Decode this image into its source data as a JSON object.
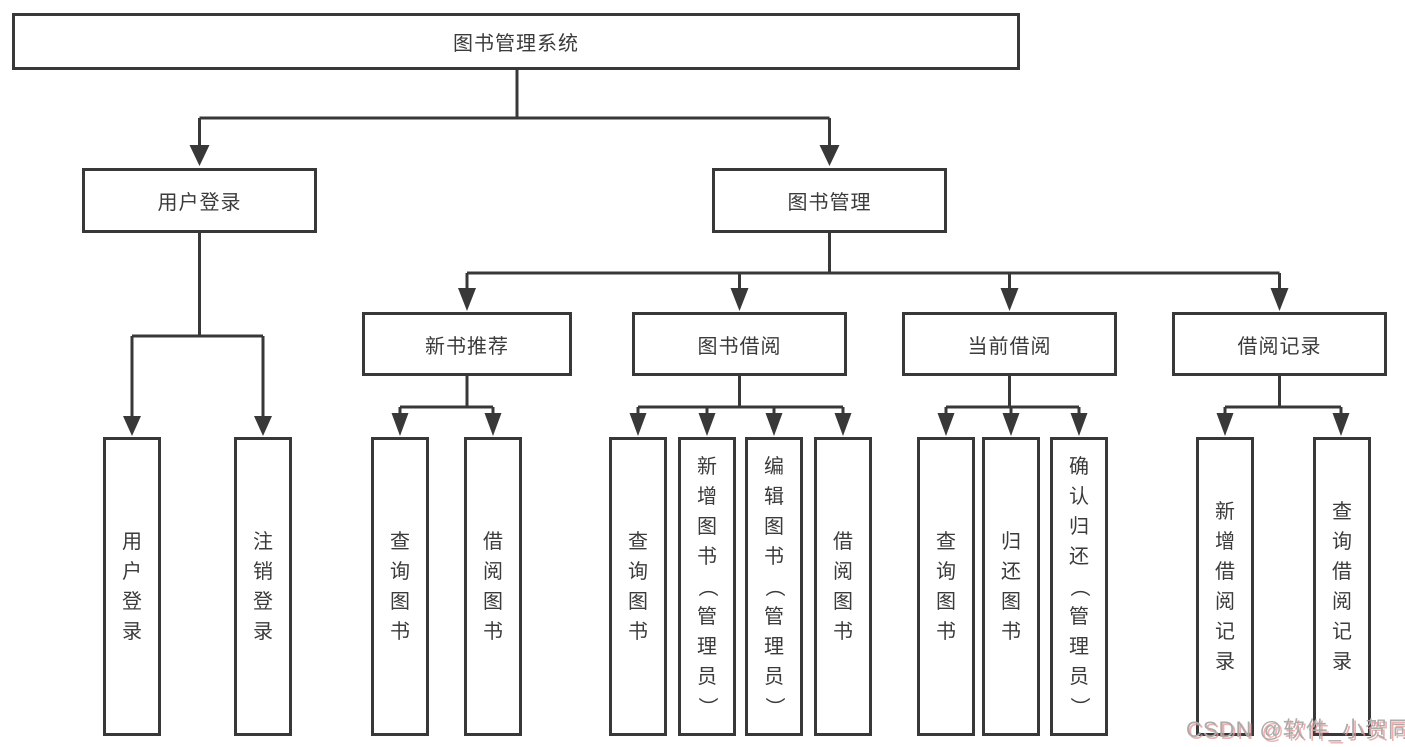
{
  "diagram": {
    "type": "tree",
    "orientation": "top-down",
    "tree": {
      "label": "图书管理系统",
      "children": [
        {
          "label": "用户登录",
          "children": [
            {
              "label": "用户登录"
            },
            {
              "label": "注销登录"
            }
          ]
        },
        {
          "label": "图书管理",
          "children": [
            {
              "label": "新书推荐",
              "children": [
                {
                  "label": "查询图书"
                },
                {
                  "label": "借阅图书"
                }
              ]
            },
            {
              "label": "图书借阅",
              "children": [
                {
                  "label": "查询图书"
                },
                {
                  "label": "新增图书（管理员）"
                },
                {
                  "label": "编辑图书（管理员）"
                },
                {
                  "label": "借阅图书"
                }
              ]
            },
            {
              "label": "当前借阅",
              "children": [
                {
                  "label": "查询图书"
                },
                {
                  "label": "归还图书"
                },
                {
                  "label": "确认归还（管理员）"
                }
              ]
            },
            {
              "label": "借阅记录",
              "children": [
                {
                  "label": "新增借阅记录"
                },
                {
                  "label": "查询借阅记录"
                }
              ]
            }
          ]
        }
      ]
    }
  },
  "watermark": {
    "text": "CSDN @软件_小贺同学"
  },
  "colors": {
    "line": "#383838",
    "box_border": "#383838",
    "text": "#3b3b3b",
    "background": "#ffffff",
    "watermark_gray": "#ababab",
    "watermark_shadow": "#e79696"
  }
}
